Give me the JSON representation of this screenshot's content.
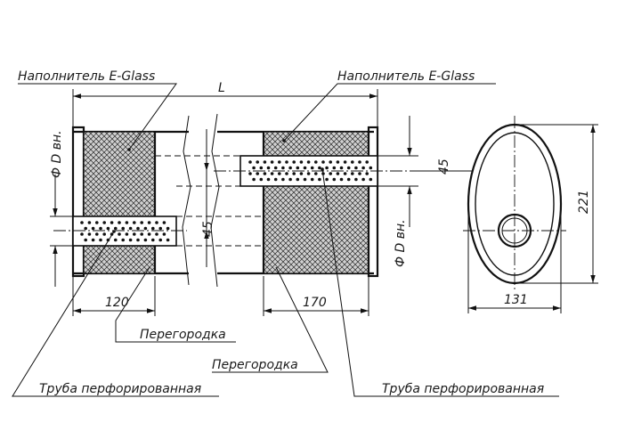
{
  "labels": {
    "filler_left": "Наполнитель E-Glass",
    "filler_right": "Наполнитель E-Glass",
    "partition_1": "Перегородка",
    "partition_2": "Перегородка",
    "pipe_left": "Труба перфорированная",
    "pipe_right": "Труба перфорированная"
  },
  "dimensions": {
    "length": "L",
    "chamber_left": "120",
    "chamber_right": "170",
    "pipe_offset_mid": "45",
    "pipe_offset_right": "45",
    "diameter_left": "Ф D вн.",
    "diameter_right": "Ф D вн.",
    "oval_height": "221",
    "oval_width": "131"
  },
  "colors": {
    "line": "#111111",
    "hatch": "#333333",
    "fill": "#c9c9c9"
  }
}
